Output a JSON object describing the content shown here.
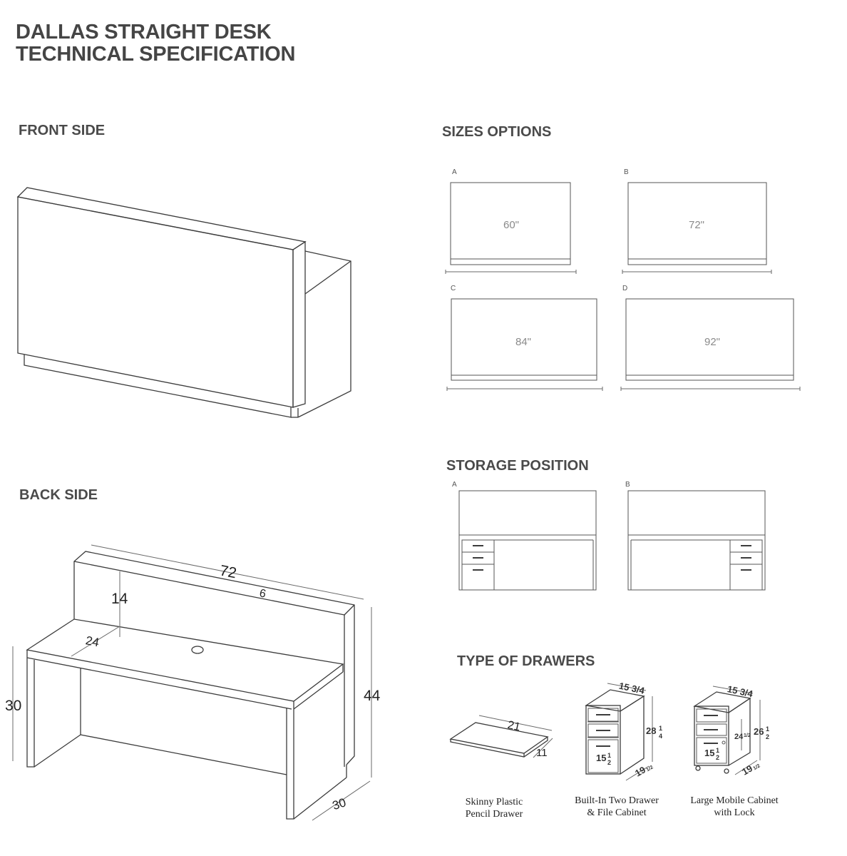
{
  "title": {
    "line1": "DALLAS STRAIGHT DESK",
    "line2": "TECHNICAL SPECIFICATION"
  },
  "sections": {
    "front": "FRONT SIDE",
    "back": "BACK SIDE",
    "sizes": "SIZES OPTIONS",
    "storage": "STORAGE POSITION",
    "drawers": "TYPE OF DRAWERS"
  },
  "size_options": [
    {
      "letter": "A",
      "label": "60\""
    },
    {
      "letter": "B",
      "label": "72\""
    },
    {
      "letter": "C",
      "label": "84\""
    },
    {
      "letter": "D",
      "label": "92\""
    }
  ],
  "storage_positions": [
    {
      "letter": "A"
    },
    {
      "letter": "B"
    }
  ],
  "back_dimensions": {
    "length": "72",
    "top_depth": "6",
    "panel_height": "14",
    "work_depth": "24",
    "work_height": "30",
    "total_height": "44",
    "total_depth": "30"
  },
  "drawer_types": [
    {
      "caption_line1": "Skinny Plastic",
      "caption_line2": "Pencil Drawer",
      "dims": {
        "width": "21",
        "depth": "11"
      }
    },
    {
      "caption_line1": "Built-In Two Drawer",
      "caption_line2": "& File Cabinet",
      "dims": {
        "top": "15 3/4",
        "height_whole": "28",
        "height_num": "1",
        "height_den": "4",
        "width_whole": "15",
        "width_num": "1",
        "width_den": "2",
        "depth_whole": "19",
        "depth_frac": "1/2"
      }
    },
    {
      "caption_line1": "Large Mobile Cabinet",
      "caption_line2": "with Lock",
      "dims": {
        "top": "15 3/4",
        "height_whole": "26",
        "height_num": "1",
        "height_den": "2",
        "inner_whole": "24",
        "inner_frac": "1/2",
        "width_whole": "15",
        "width_num": "1",
        "width_den": "2",
        "depth_whole": "19",
        "depth_frac": "1/2"
      }
    }
  ]
}
